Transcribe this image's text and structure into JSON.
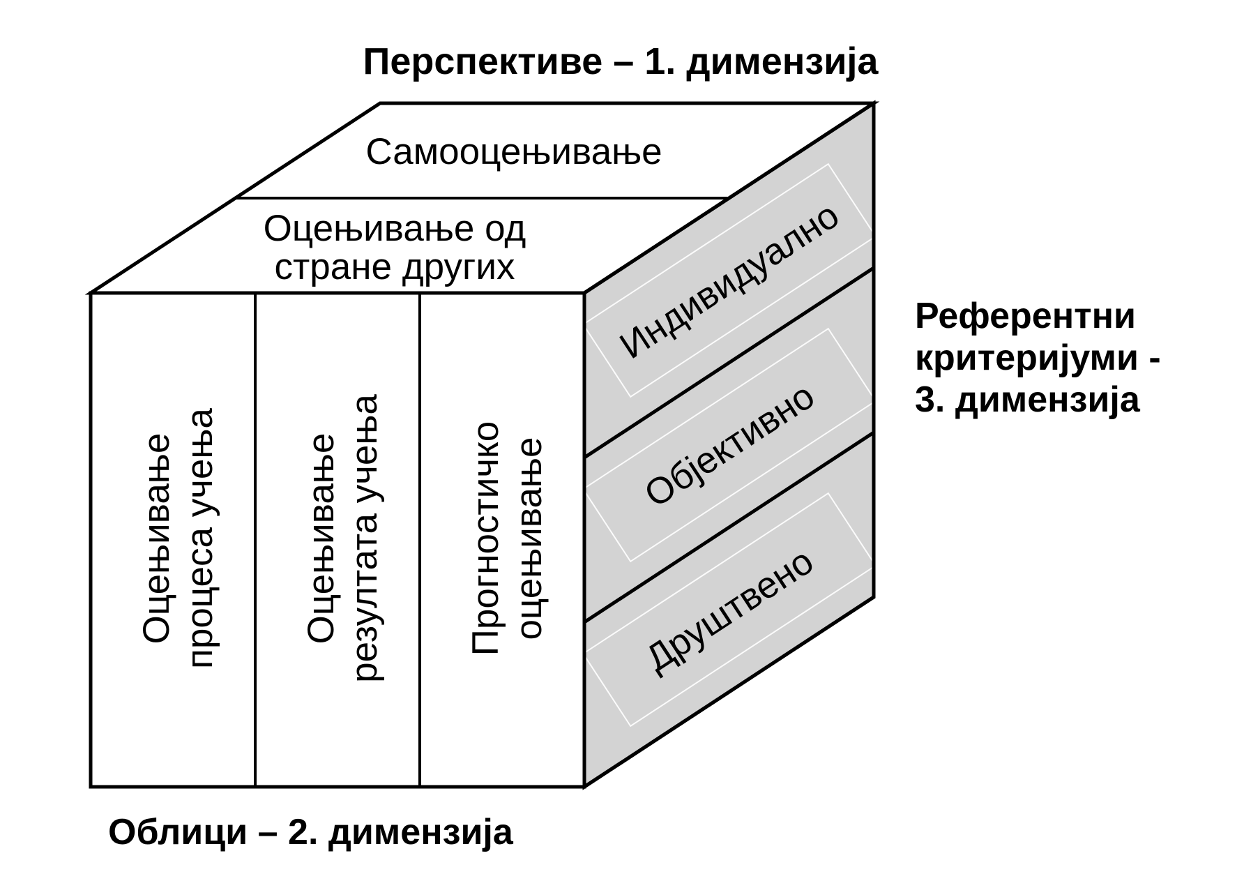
{
  "title": "Перспективе – 1. димензија",
  "cube": {
    "top_face": {
      "back_label": "Самооцењивање",
      "front_label": {
        "line1": "Оцењивање од",
        "line2": "стране других"
      }
    },
    "front_face": {
      "columns": [
        {
          "line1": "Оцењивање",
          "line2": "процеса учења"
        },
        {
          "line1": "Оцењивање",
          "line2": "резултата учења"
        },
        {
          "line1": "Прогностичко",
          "line2": "оцењивање"
        }
      ]
    },
    "right_face": {
      "bands": [
        "Индивидуално",
        "Објективно",
        "Друштвено"
      ]
    }
  },
  "side_label": {
    "line1": "Референтни",
    "line2": "критеријуми -",
    "line3": "3. димензија"
  },
  "bottom_label": "Облици – 2. димензија",
  "colors": {
    "right_face_gray": "#d3d3d3",
    "outline_black": "#000000",
    "background": "#ffffff"
  }
}
